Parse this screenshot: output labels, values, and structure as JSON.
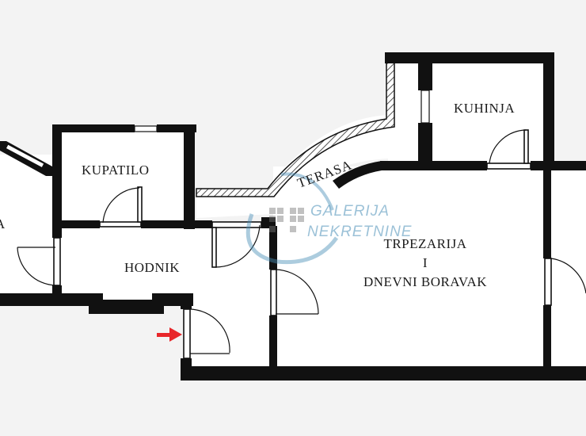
{
  "rooms": {
    "kupatilo": "KUPATILO",
    "kuhinja": "KUHINJA",
    "terasa": "TERASA",
    "hodnik": "HODNIK",
    "trpezarija_line1": "TRPEZARIJA",
    "trpezarija_line2": "I",
    "trpezarija_line3": "DNEVNI BORAVAK",
    "partial_left": "A"
  },
  "watermark": {
    "line1": "GALERIJA",
    "line2": "NEKRETNINE",
    "color": "#4a8fb8"
  },
  "colors": {
    "wall": "#111111",
    "background": "#f3f3f3",
    "entrance_arrow": "#e8262a",
    "hatch": "#555555"
  },
  "icons": {
    "entrance": "red-arrow-icon",
    "watermark_logo": "house-logo-icon"
  }
}
